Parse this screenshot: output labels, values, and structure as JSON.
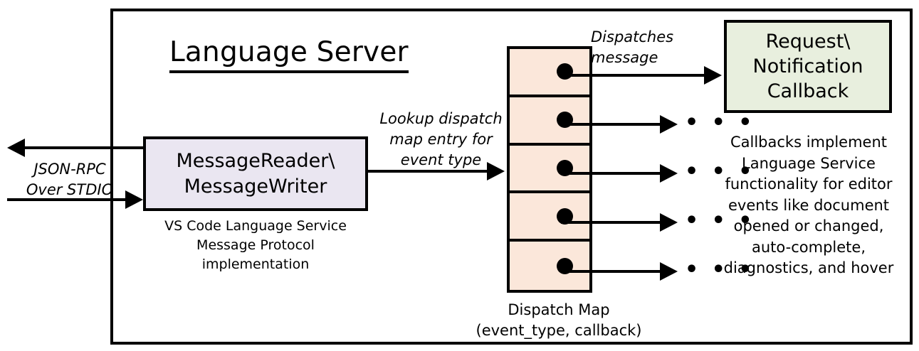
{
  "diagram": {
    "title": "Language Server",
    "colors": {
      "message_box_fill": "#EAE6F1",
      "dispatch_map_fill": "#FBE7DA",
      "callback_box_fill": "#E8EFDE",
      "stroke": "#000000",
      "background": "#FFFFFF"
    },
    "nodes": {
      "message_reader_writer": {
        "line1": "MessageReader\\",
        "line2": "MessageWriter",
        "caption_line1": "VS Code Language Service",
        "caption_line2": "Message Protocol implementation"
      },
      "dispatch_map": {
        "caption_line1": "Dispatch Map",
        "caption_line2": "(event_type, callback)",
        "cell_count": 5,
        "cells": [
          {
            "index": 1,
            "outgoing": "callback"
          },
          {
            "index": 2,
            "outgoing": "ellipsis"
          },
          {
            "index": 3,
            "outgoing": "ellipsis"
          },
          {
            "index": 4,
            "outgoing": "ellipsis"
          },
          {
            "index": 5,
            "outgoing": "ellipsis"
          }
        ]
      },
      "request_notification_callback": {
        "line1": "Request\\",
        "line2": "Notification",
        "line3": "Callback",
        "caption": "Callbacks implement Language Service functionality for editor events like document opened or changed, auto-complete, diagnostics, and hover"
      }
    },
    "edges": {
      "json_rpc": {
        "label_line1": "JSON-RPC",
        "label_line2": "Over STDIO"
      },
      "lookup": {
        "label_line1": "Lookup dispatch",
        "label_line2": "map entry for",
        "label_line3": "event type"
      },
      "dispatches": {
        "label_line1": "Dispatches",
        "label_line2": "message"
      },
      "ellipsis_mark": "• • •"
    }
  }
}
